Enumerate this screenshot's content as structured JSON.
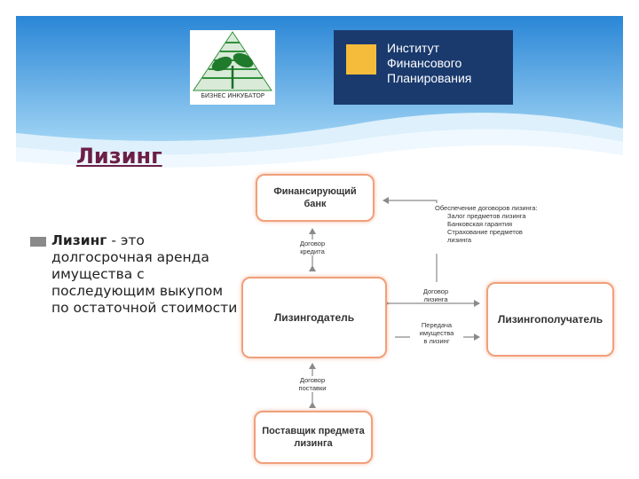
{
  "logos": {
    "left_caption": "БИЗНЕС ИНКУБАТОР",
    "right_lines": [
      "Институт",
      "Финансового",
      "Планирования"
    ]
  },
  "slide": {
    "title": "Лизинг",
    "bullet": {
      "term": "Лизинг",
      "definition": " - это долгосрочная аренда имущества с последующим выкупом по остаточной стоимости"
    }
  },
  "diagram": {
    "nodes": {
      "bank": "Финансирующий банк",
      "lessor": "Лизингодатель",
      "lessee": "Лизингополучатель",
      "supplier": "Поставщик предмета лизинга"
    },
    "edges": {
      "credit": [
        "Договор",
        "кредита"
      ],
      "supply": [
        "Договор",
        "поставки"
      ],
      "lease": [
        "Договор",
        "лизинга"
      ],
      "transfer": [
        "Передача",
        "имущества",
        "в лизинг"
      ]
    },
    "security": {
      "title": "Обеспечение договоров лизинга:",
      "items": [
        "Залог предметов лизинга",
        "Банковская гарантия",
        "Страхование предметов",
        "лизинга"
      ]
    }
  },
  "colors": {
    "header": "#2e8fd8",
    "node_border": "#f0a07a",
    "title": "#6b1f47",
    "ifp_bg": "#1a3a6e",
    "ifp_accent": "#f5bc3c"
  }
}
